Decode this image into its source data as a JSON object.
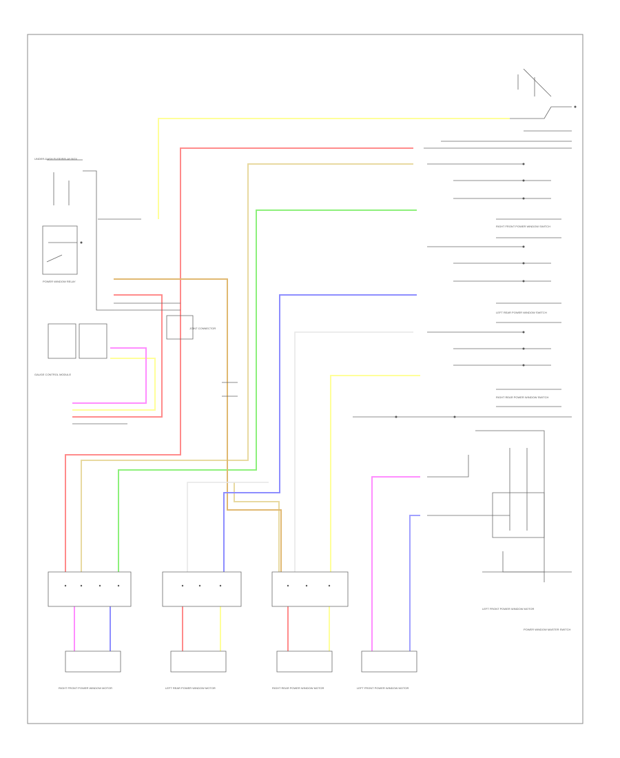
{
  "diagram": {
    "footer_code": "",
    "labels": {
      "main_relay": "POWER WINDOW RELAY",
      "right_front_switch": "RIGHT FRONT POWER WINDOW SWITCH",
      "left_rear_switch": "LEFT REAR POWER WINDOW SWITCH",
      "right_rear_switch": "RIGHT REAR POWER WINDOW SWITCH",
      "left_front_motor": "LEFT FRONT POWER WINDOW MOTOR",
      "main_switch": "POWER WINDOW MASTER SWITCH",
      "motor_rf": "RIGHT FRONT POWER WINDOW MOTOR",
      "motor_lr": "LEFT REAR POWER WINDOW MOTOR",
      "motor_rr": "RIGHT REAR POWER WINDOW MOTOR",
      "motor_lf": "LEFT FRONT POWER WINDOW MOTOR",
      "fuse_box": "UNDER-DASH FUSE/RELAY BOX",
      "ecu": "GAUGE CONTROL MODULE",
      "connector": "JOINT CONNECTOR"
    },
    "wire_colors": {
      "yellow": "#ffff99",
      "red": "#ff8a8a",
      "tan": "#e8d9a0",
      "green": "#8cf07a",
      "brown": "#e0b870",
      "blue": "#8c8cff",
      "white": "#e6e6e6",
      "pink": "#ff8cff",
      "violet": "#a0a0ff",
      "black": "#555555"
    }
  }
}
